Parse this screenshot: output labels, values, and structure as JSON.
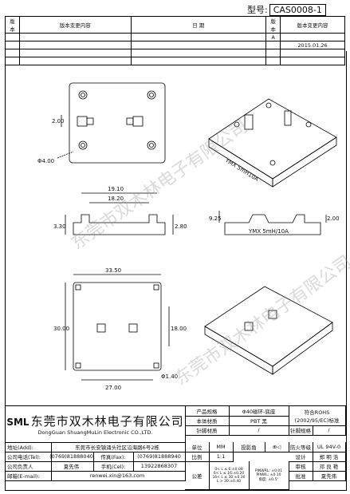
{
  "header": {
    "model_label": "型号:",
    "model_value": "CAS0008-1"
  },
  "revision": {
    "columns": [
      "版本",
      "版本变更内容",
      "日 期"
    ],
    "rows": [
      {
        "version": "A",
        "content": "",
        "date": "2015.01.26"
      },
      {
        "version": "",
        "content": "",
        "date": ""
      },
      {
        "version": "",
        "content": "",
        "date": ""
      },
      {
        "version": "",
        "content": "",
        "date": ""
      }
    ]
  },
  "drawing": {
    "dims": {
      "d_2_00": "2.00",
      "d_phi_4_00": "Φ4.00",
      "d_19_10": "19.10",
      "d_18_20": "18.20",
      "d_3_30": "3.30",
      "d_2_80": "2.80",
      "d_9_25": "9.25",
      "d_2_00b": "2.00",
      "d_33_50": "33.50",
      "d_30_00": "30.00",
      "d_18_00": "18.00",
      "d_27_00": "27.00",
      "d_phi_1_40": "Φ1.40"
    },
    "marking_top": "YMX 5mH10A",
    "marking_side": "YMX 5mH/10A",
    "watermark": "东莞市双木林电子有限公司"
  },
  "titleblock": {
    "company_cn": "东莞市双木林电子有限公司",
    "company_logo": "SML",
    "company_en": "DongGuan ShuangMuLin Electronic CO.,LTD.",
    "product_name_label": "产品规格",
    "product_name_value": "Φ40磁环-底座",
    "rohs": "符合ROHS",
    "rohs_std": "(2002/95/EC)标准",
    "material_label": "本体材质",
    "material_value": "PBT 黑",
    "special_label": "针脚材质",
    "special_value": "/",
    "pin_label": "针脚规格",
    "pin_value": "/",
    "address_label": "地址(Add):",
    "address_value": "东莞市长安镇涌头社区沿海路6号2栋",
    "unit_label": "单位",
    "unit_value": "MM",
    "projection_label": "投影角",
    "flame_label": "防火等级",
    "flame_value": "UL 94V-0",
    "tel_label": "公司电话(Tel):",
    "tel_value": "(0769)81888040",
    "fax_label": "传真(Fax):",
    "fax_value": "(0769)81888940",
    "scale_label": "比例",
    "scale_value": "1:1",
    "design_label": "设计",
    "design_value": "郑 明 浩",
    "contact_label": "公司负责人",
    "contact_value": "夏先伟",
    "mobile_label": "手机(Cel):",
    "mobile_value": "13922868307",
    "tol_label": "公差",
    "tol_1": "0< L ≤ 6:±0.08",
    "tol_2": "6< L ≤ 16:±0.20",
    "tol_3": "16< L ≤ 30:±0.30",
    "tol_4": "L > 30:±0.40",
    "pwrl_1": "PINWRL: ±0.01",
    "pwrl_2": "PINWL: ±0.10",
    "pwrl_3": "角度: ±0.5°",
    "check_label": "审核",
    "check_value": "邓 良 艳",
    "approve_label": "批准",
    "approve_value": "夏先伟",
    "email_label": "邮箱(E-mail):",
    "email_value": "renwei.xin@163.com"
  }
}
